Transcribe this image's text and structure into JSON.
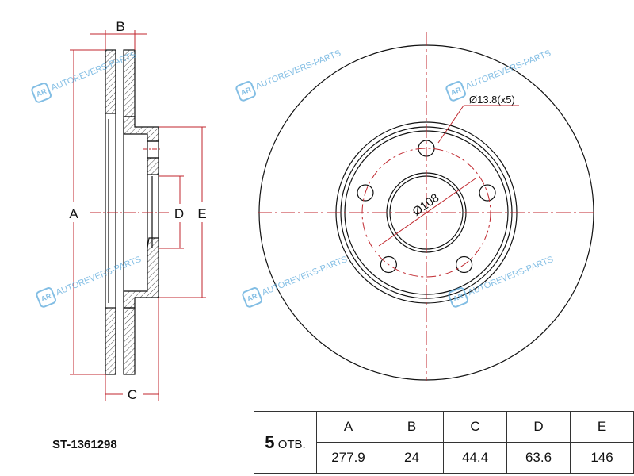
{
  "drawing": {
    "side_view_labels": {
      "A": "A",
      "B": "B",
      "C": "C",
      "D": "D",
      "E": "E"
    },
    "front_view_labels": {
      "bolt_hole": "Ø13.8(x5)",
      "pcd": "Ø108"
    },
    "colors": {
      "dimension": "#c0262d",
      "outline": "#111111",
      "watermark": "#5aa9dc"
    }
  },
  "watermark": {
    "logo": "AR",
    "text": "AUTOREVERS-PARTS"
  },
  "part_number": "ST-1361298",
  "table": {
    "holes_count": "5",
    "holes_label": "ОТВ.",
    "headers": [
      "A",
      "B",
      "C",
      "D",
      "E"
    ],
    "values": [
      "277.9",
      "24",
      "44.4",
      "63.6",
      "146"
    ]
  }
}
